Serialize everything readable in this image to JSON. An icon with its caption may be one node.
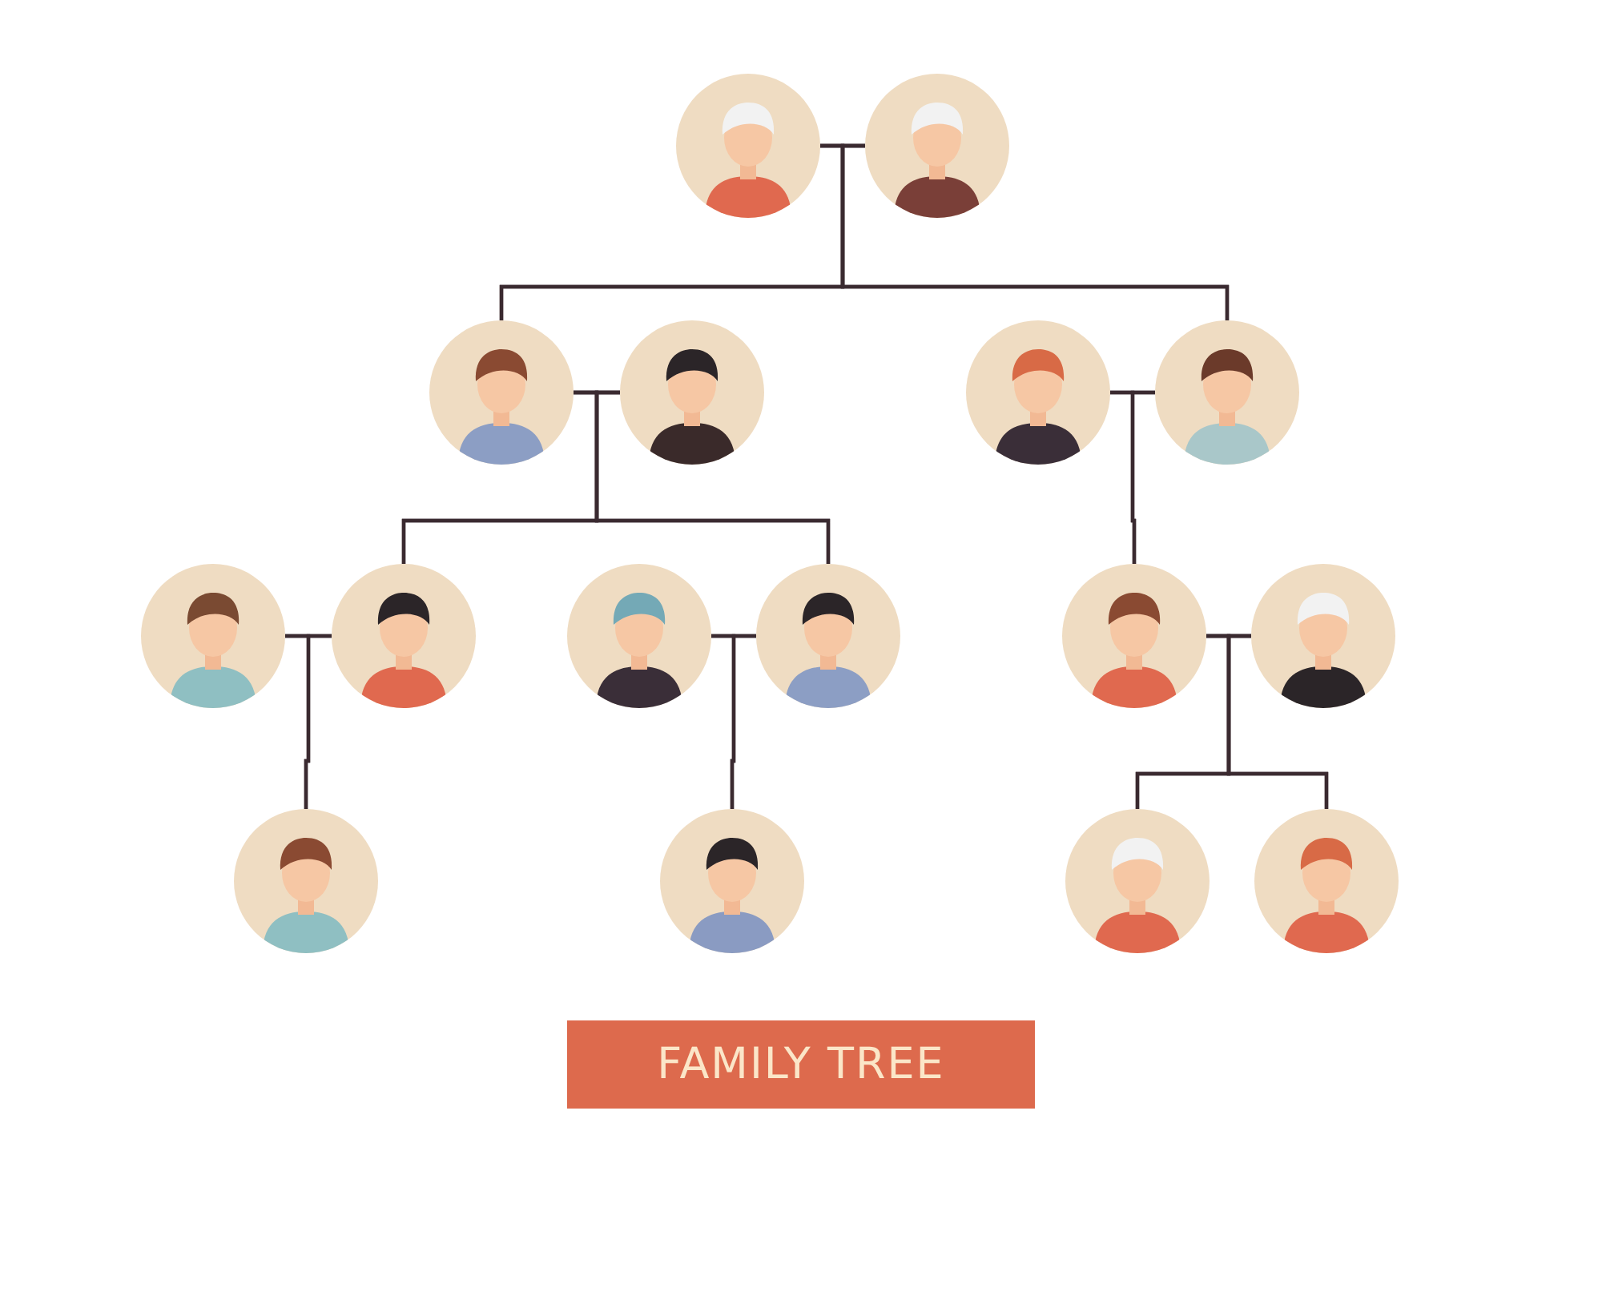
{
  "diagram": {
    "title": "FAMILY TREE",
    "nodes": [
      {
        "text": [],
        "shape": "person"
      },
      {
        "text": [],
        "shape": "person"
      },
      {
        "text": [],
        "shape": "person"
      },
      {
        "text": [],
        "shape": "person"
      },
      {
        "text": [],
        "shape": "person"
      },
      {
        "text": [],
        "shape": "person"
      },
      {
        "text": [],
        "shape": "person"
      },
      {
        "text": [],
        "shape": "person"
      },
      {
        "text": [],
        "shape": "person"
      },
      {
        "text": [],
        "shape": "person"
      },
      {
        "text": [],
        "shape": "person"
      },
      {
        "text": [],
        "shape": "person"
      },
      {
        "text": [],
        "shape": "person"
      },
      {
        "text": [],
        "shape": "person"
      },
      {
        "text": [],
        "shape": "person"
      },
      {
        "text": [],
        "shape": "person"
      }
    ],
    "edges": [
      {
        "from": 0,
        "to": 1,
        "arrow": "none"
      },
      {
        "from": 2,
        "to": 3,
        "arrow": "none"
      },
      {
        "from": 4,
        "to": 5,
        "arrow": "none"
      },
      {
        "from": 6,
        "to": 7,
        "arrow": "none"
      },
      {
        "from": 8,
        "to": 9,
        "arrow": "none"
      },
      {
        "from": 10,
        "to": 11,
        "arrow": "none"
      },
      {
        "from": 0,
        "to": 2,
        "arrow": "none"
      },
      {
        "from": 1,
        "to": 2,
        "arrow": "none"
      },
      {
        "from": 0,
        "to": 5,
        "arrow": "none"
      },
      {
        "from": 1,
        "to": 5,
        "arrow": "none"
      },
      {
        "from": 2,
        "to": 7,
        "arrow": "none"
      },
      {
        "from": 3,
        "to": 7,
        "arrow": "none"
      },
      {
        "from": 2,
        "to": 9,
        "arrow": "none"
      },
      {
        "from": 3,
        "to": 9,
        "arrow": "none"
      },
      {
        "from": 4,
        "to": 10,
        "arrow": "none"
      },
      {
        "from": 5,
        "to": 10,
        "arrow": "none"
      },
      {
        "from": 6,
        "to": 12,
        "arrow": "none"
      },
      {
        "from": 7,
        "to": 12,
        "arrow": "none"
      },
      {
        "from": 8,
        "to": 13,
        "arrow": "none"
      },
      {
        "from": 9,
        "to": 13,
        "arrow": "none"
      },
      {
        "from": 10,
        "to": 14,
        "arrow": "none"
      },
      {
        "from": 11,
        "to": 14,
        "arrow": "none"
      },
      {
        "from": 10,
        "to": 15,
        "arrow": "none"
      },
      {
        "from": 11,
        "to": 15,
        "arrow": "none"
      }
    ]
  }
}
